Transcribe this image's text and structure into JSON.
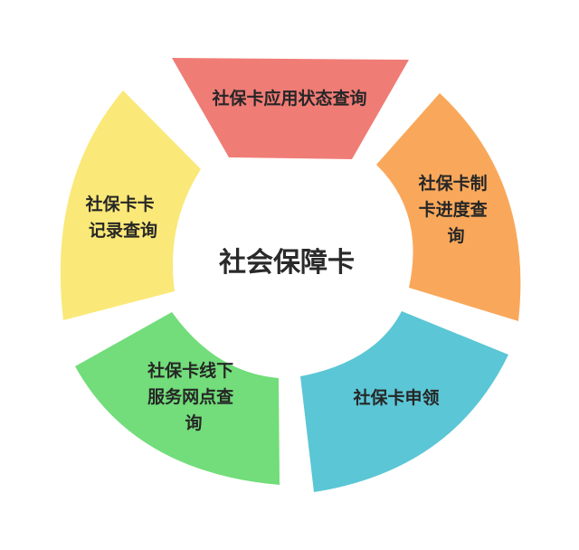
{
  "center": {
    "label": "社会保障卡"
  },
  "segments": [
    {
      "id": "status",
      "lines": [
        "社保卡应用状态查询"
      ],
      "color": "#F07C76"
    },
    {
      "id": "progress",
      "lines": [
        "社保卡制",
        "卡进度查",
        "询"
      ],
      "color": "#F9A85B"
    },
    {
      "id": "apply",
      "lines": [
        "社保卡申领"
      ],
      "color": "#5BC6D5"
    },
    {
      "id": "outlets",
      "lines": [
        "社保卡线下",
        "服务网点查",
        "询"
      ],
      "color": "#72DD7A"
    },
    {
      "id": "records",
      "lines": [
        "社保卡卡",
        "记录查询"
      ],
      "color": "#FAE878"
    }
  ]
}
